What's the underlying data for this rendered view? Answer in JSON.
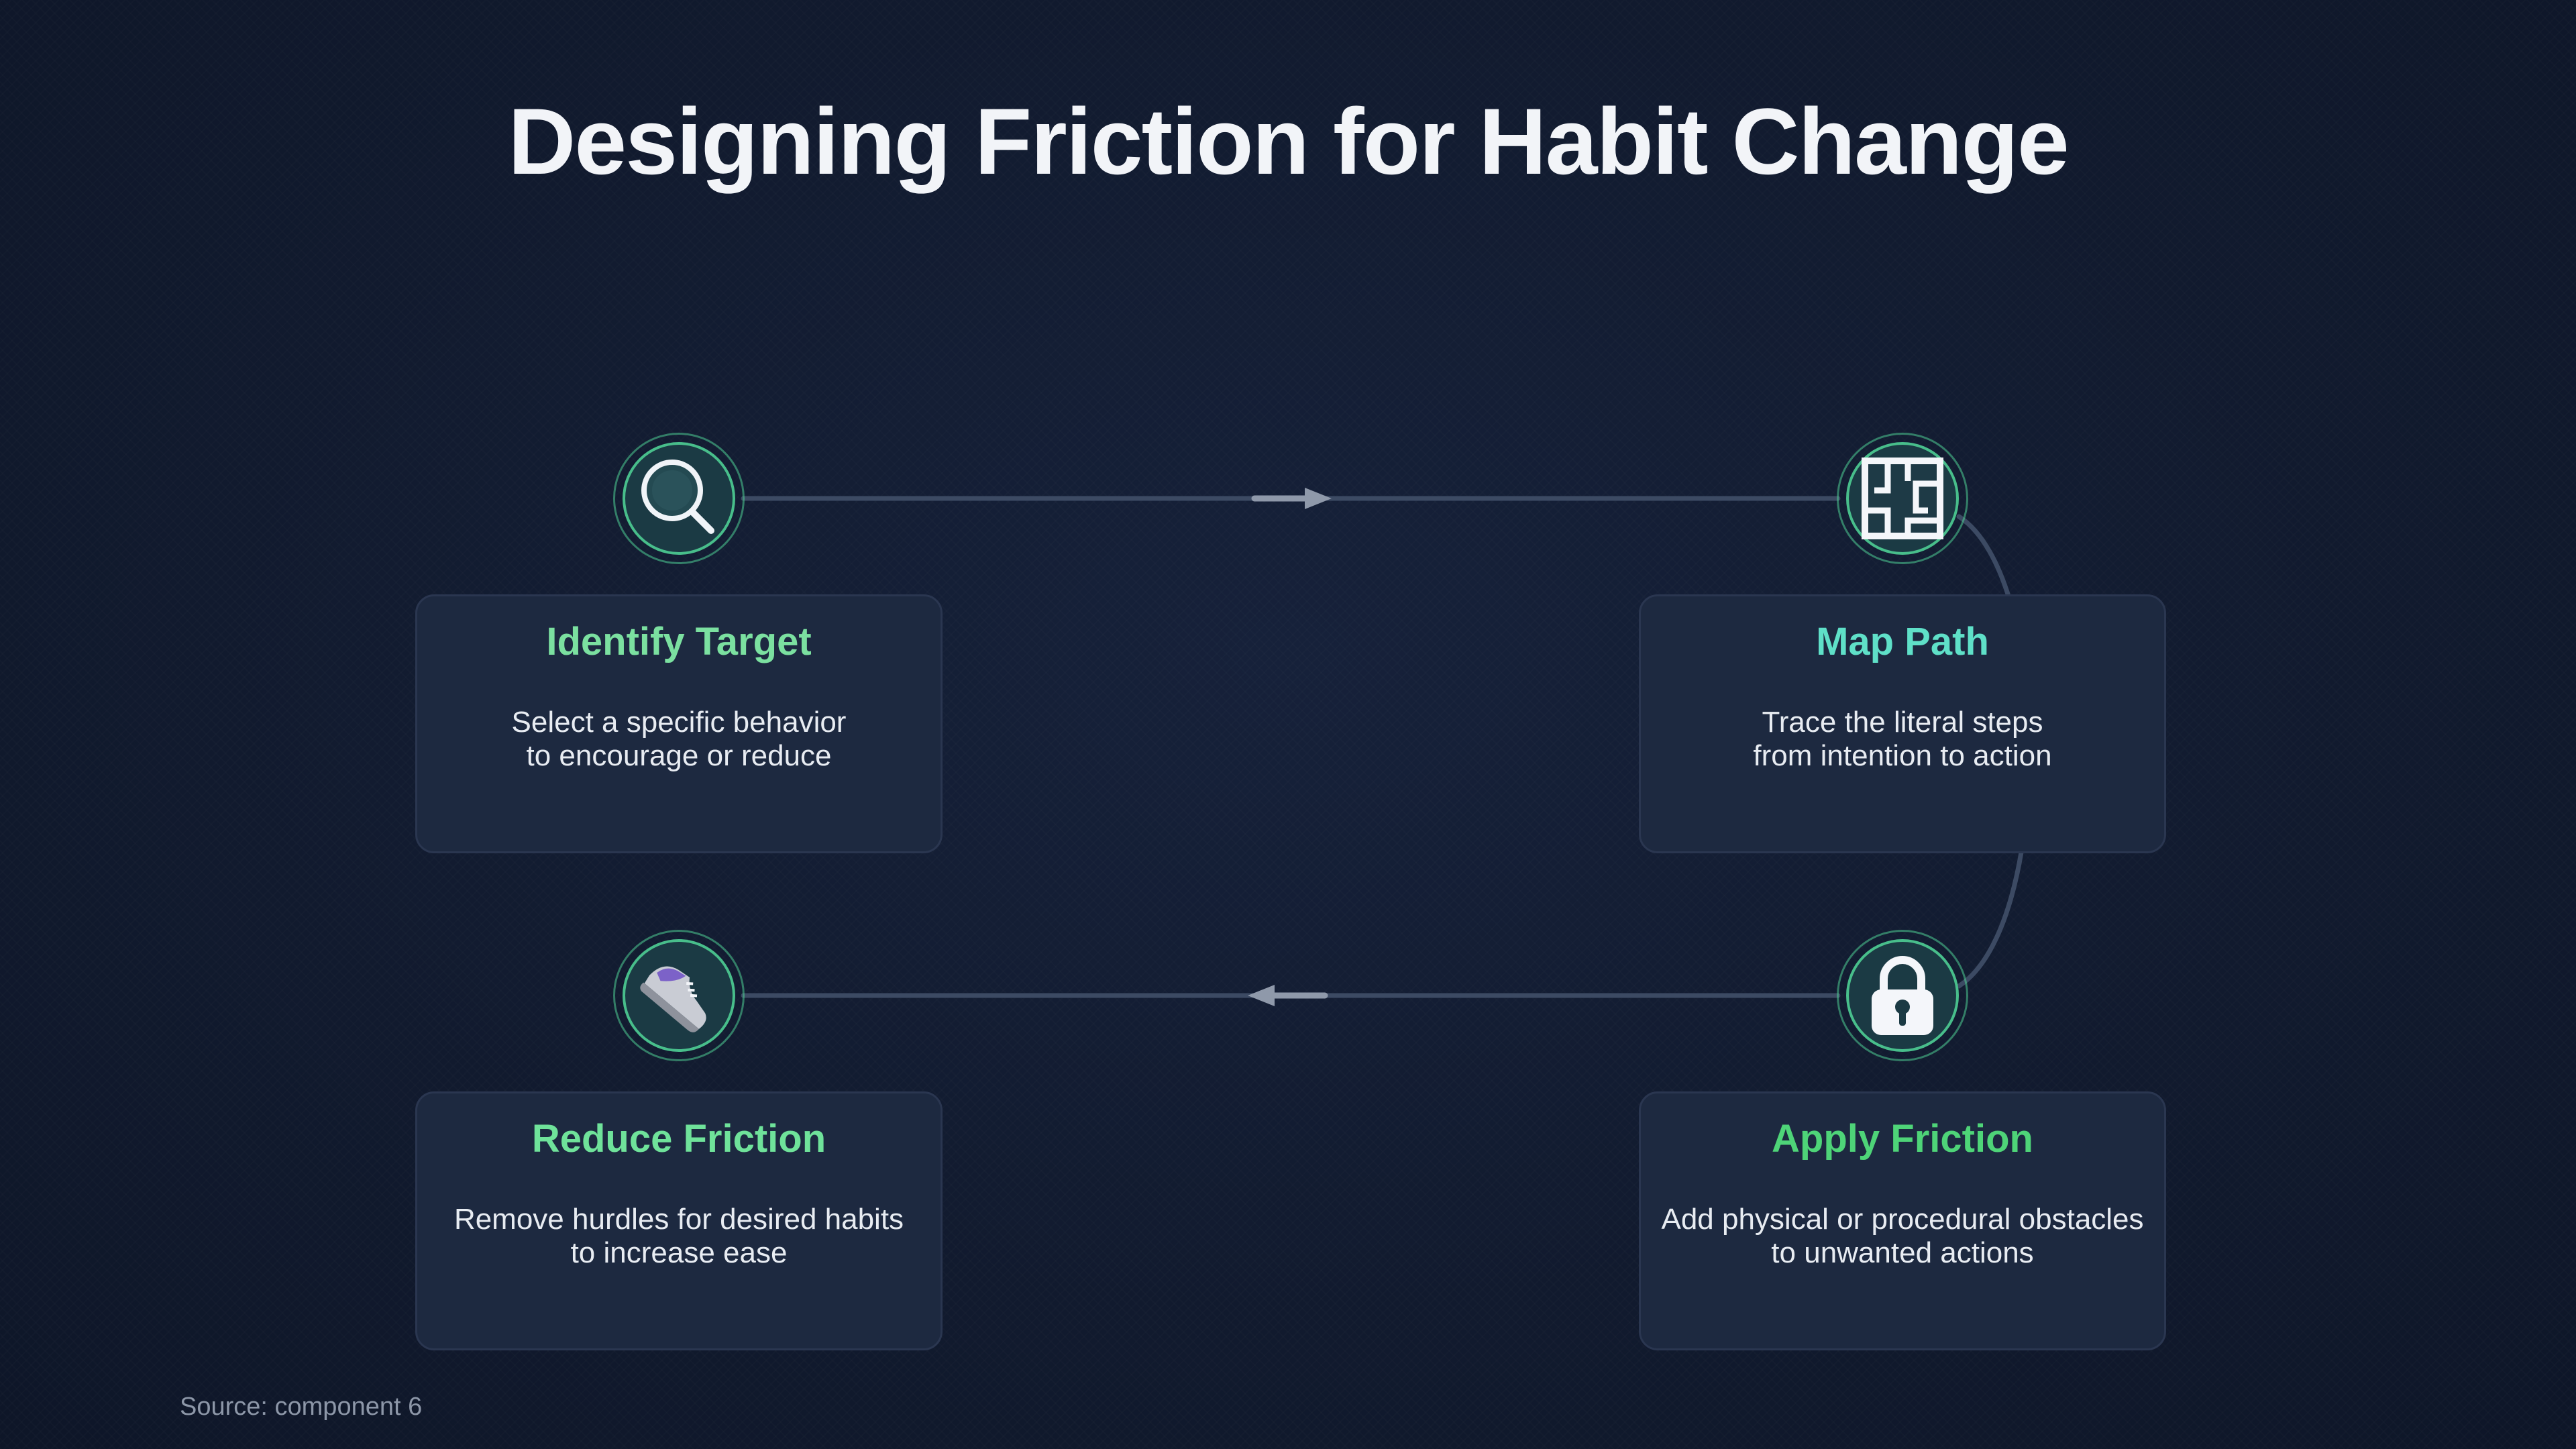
{
  "title": "Designing Friction for Habit Change",
  "source": "Source: component 6",
  "colors": {
    "background": "#111a2e",
    "card": "#1d2940",
    "ring": "#4ecd94",
    "connector": "#3c4a63",
    "arrow": "#8f99aa"
  },
  "steps": [
    {
      "icon": "magnifier-icon",
      "title": "Identify Target",
      "title_color": "#7be0a0",
      "description": "Select a specific behavior\nto encourage or reduce"
    },
    {
      "icon": "floor-plan-icon",
      "title": "Map Path",
      "title_color": "#5fe0c8",
      "description": "Trace the literal steps\nfrom intention to action"
    },
    {
      "icon": "padlock-icon",
      "title": "Apply Friction",
      "title_color": "#4ed478",
      "description": "Add physical or procedural obstacles\nto unwanted actions"
    },
    {
      "icon": "sneaker-icon",
      "title": "Reduce Friction",
      "title_color": "#6fe29a",
      "description": "Remove hurdles for desired habits\nto increase ease"
    }
  ]
}
